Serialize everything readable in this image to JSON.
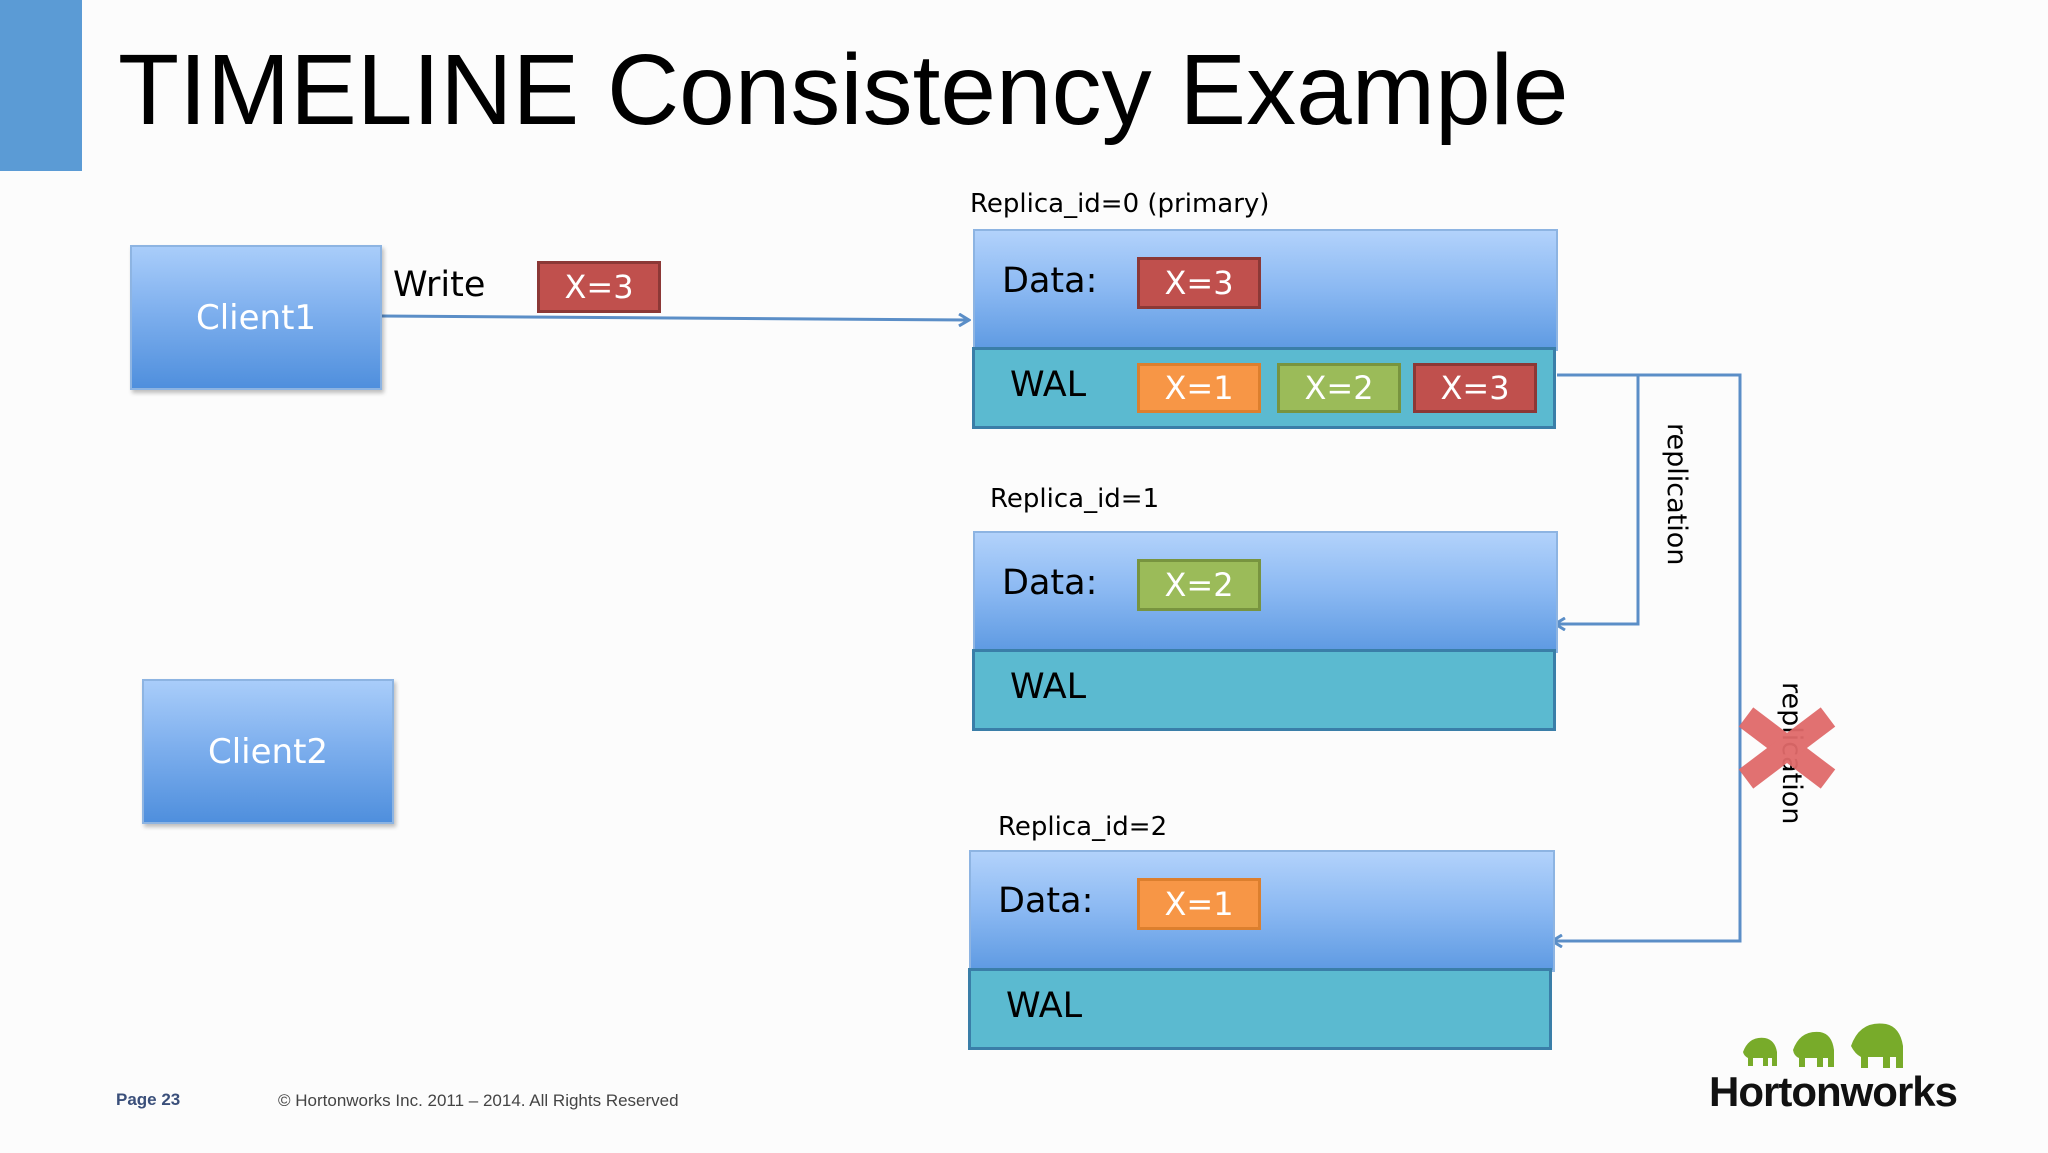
{
  "title": "TIMELINE Consistency Example",
  "clients": {
    "client1": "Client1",
    "client2": "Client2"
  },
  "write": {
    "label": "Write",
    "value": "X=3"
  },
  "replicas": [
    {
      "label": "Replica_id=0 (primary)",
      "data_label": "Data:",
      "data_value": "X=3",
      "wal_label": "WAL",
      "wal_entries": [
        "X=1",
        "X=2",
        "X=3"
      ]
    },
    {
      "label": "Replica_id=1",
      "data_label": "Data:",
      "data_value": "X=2",
      "wal_label": "WAL"
    },
    {
      "label": "Replica_id=2",
      "data_label": "Data:",
      "data_value": "X=1",
      "wal_label": "WAL"
    }
  ],
  "replication_labels": [
    "replication",
    "replication"
  ],
  "footer": {
    "page": "Page 23",
    "copyright": "© Hortonworks Inc. 2011 – 2014. All Rights Reserved"
  },
  "logo": "Hortonworks",
  "colors": {
    "accent": "#5b9bd5",
    "red": "#c0504d",
    "orange": "#f79646",
    "green": "#9bbb59",
    "wal": "#5bbad0",
    "arrow": "#5b8ec7",
    "cross": "#e06a6a"
  }
}
